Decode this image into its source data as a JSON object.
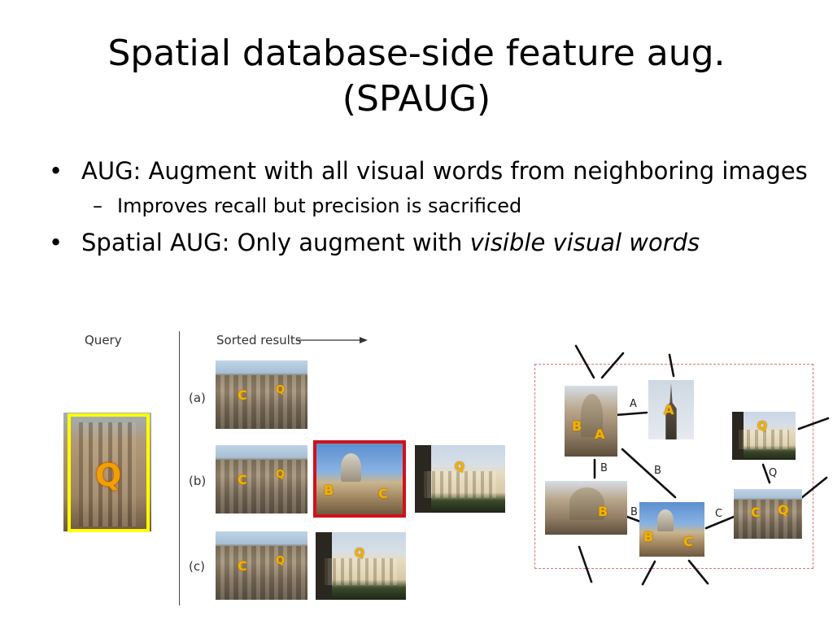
{
  "slide": {
    "title_line1": "Spatial database-side feature aug.",
    "title_line2": "(SPAUG)"
  },
  "bullets": {
    "b1": "AUG: Augment with all visual words from neighboring images",
    "b1_sub": "Improves recall but precision is sacrificed",
    "b2_prefix": "Spatial AUG: Only augment with ",
    "b2_emph": "visible visual words"
  },
  "figure_left": {
    "query_label": "Query",
    "sorted_label": "Sorted results",
    "query_overlay": "Q",
    "rows": [
      {
        "label": "(a)",
        "tags": [
          "C",
          "Q"
        ]
      },
      {
        "label": "(b)",
        "tags": [
          "C",
          "Q",
          "B",
          "C",
          "Q"
        ]
      },
      {
        "label": "(c)",
        "tags": [
          "C",
          "Q",
          "Q"
        ]
      }
    ]
  },
  "figure_right": {
    "node_tags": [
      "B",
      "A",
      "A",
      "Q",
      "B",
      "B",
      "C",
      "C",
      "Q"
    ],
    "edge_labels": [
      "A",
      "B",
      "B",
      "Q",
      "B",
      "C"
    ]
  },
  "colors": {
    "query_box": "#ffff00",
    "selected_box": "#d0121b",
    "overlay_letter": "#f0b400",
    "dashed_border": "#e0707a"
  }
}
